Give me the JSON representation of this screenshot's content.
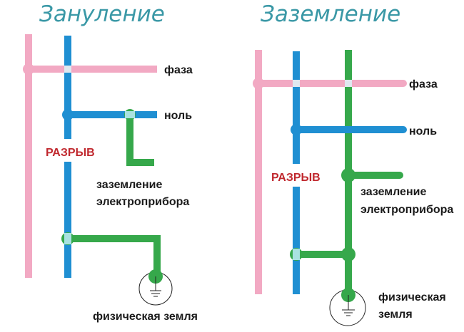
{
  "colors": {
    "phase": "#f2a9c3",
    "neutral": "#1f8fd2",
    "earth": "#36a84b",
    "junction": "#a9e2e0",
    "title": "#3a98a6",
    "break": "#c0282e"
  },
  "left": {
    "title": "Зануление",
    "phase_label": "фаза",
    "neutral_label": "ноль",
    "break_label": "РАЗРЫВ",
    "device_label_1": "заземление",
    "device_label_2": "электроприбора",
    "ground_label": "физическая земля"
  },
  "right": {
    "title": "Заземление",
    "phase_label": "фаза",
    "neutral_label": "ноль",
    "break_label": "РАЗРЫВ",
    "device_label_1": "заземление",
    "device_label_2": "электроприбора",
    "ground_label_1": "физическая",
    "ground_label_2": "земля"
  }
}
